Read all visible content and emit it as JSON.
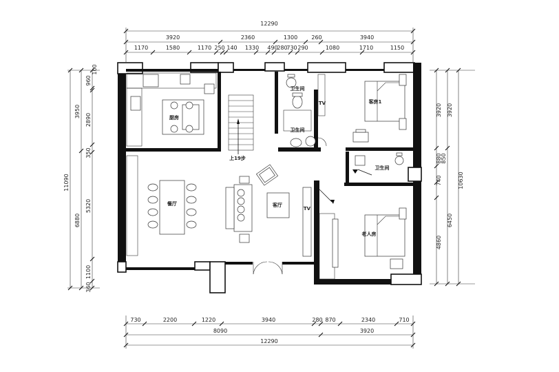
{
  "top_dimensions": {
    "total": "12290",
    "row1": [
      "3920",
      "2360",
      "1300",
      "260",
      "3940"
    ],
    "row2": [
      "1170",
      "1580",
      "1170",
      "250",
      "140",
      "1330",
      "490",
      "280",
      "730",
      "290",
      "1080",
      "1710",
      "1150"
    ]
  },
  "bottom_dimensions": {
    "row1": [
      "730",
      "2200",
      "1220",
      "3940",
      "280",
      "870",
      "2340",
      "710"
    ],
    "row2": [
      "8090",
      "3920"
    ],
    "total": "12290"
  },
  "left_dimensions": {
    "total": "11090",
    "group1": [
      "3950",
      "6880"
    ],
    "group2": [
      "960",
      "100",
      "2890",
      "350",
      "5320",
      "1100",
      "360"
    ]
  },
  "right_dimensions": {
    "total": "10630",
    "group1": [
      "3920",
      "6450"
    ],
    "group2": [
      "3920",
      "880",
      "850",
      "740",
      "4860"
    ]
  },
  "rooms": {
    "kitchen": "厨房",
    "dining": "餐厅",
    "living": "客厅",
    "guest_bedroom": "客房1",
    "elder_bedroom": "老人房",
    "bathroom_1": "卫生间",
    "bathroom_2": "卫生间",
    "bathroom_3": "卫生间",
    "stairs": "上19步",
    "tv_1": "TV",
    "tv_2": "TV"
  }
}
